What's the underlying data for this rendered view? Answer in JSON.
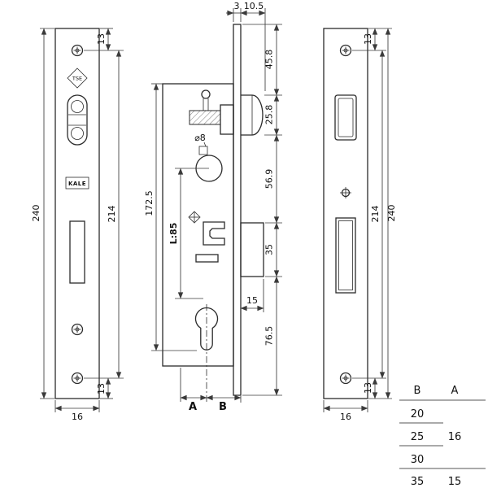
{
  "left_view": {
    "dim_top": "13",
    "dim_inner": "214",
    "dim_total": "240",
    "dim_bottom": "13",
    "dim_width": "16",
    "logo_tse": "TSE",
    "logo_kale": "KALE"
  },
  "body_view": {
    "dim_plate_thickness": "3",
    "dim_latch_protrusion": "10.5",
    "dim_seg_top": "45.8",
    "dim_seg_latch": "25.8",
    "dim_seg_mid": "56.9",
    "dim_seg_box": "35",
    "dim_seg_bottom": "76.5",
    "dim_case_height": "172.5",
    "dim_centers": "L:85",
    "dim_hole_dia": "⌀8",
    "dim_box_depth": "15",
    "label_a": "A",
    "label_b": "B"
  },
  "right_view": {
    "dim_top": "13",
    "dim_inner": "214",
    "dim_total": "240",
    "dim_bottom": "13",
    "dim_width": "16"
  },
  "table": {
    "header_b": "B",
    "header_a": "A",
    "rows": [
      "20",
      "25",
      "30",
      "35"
    ],
    "value_a_upper": "16",
    "value_a_lower": "15"
  }
}
